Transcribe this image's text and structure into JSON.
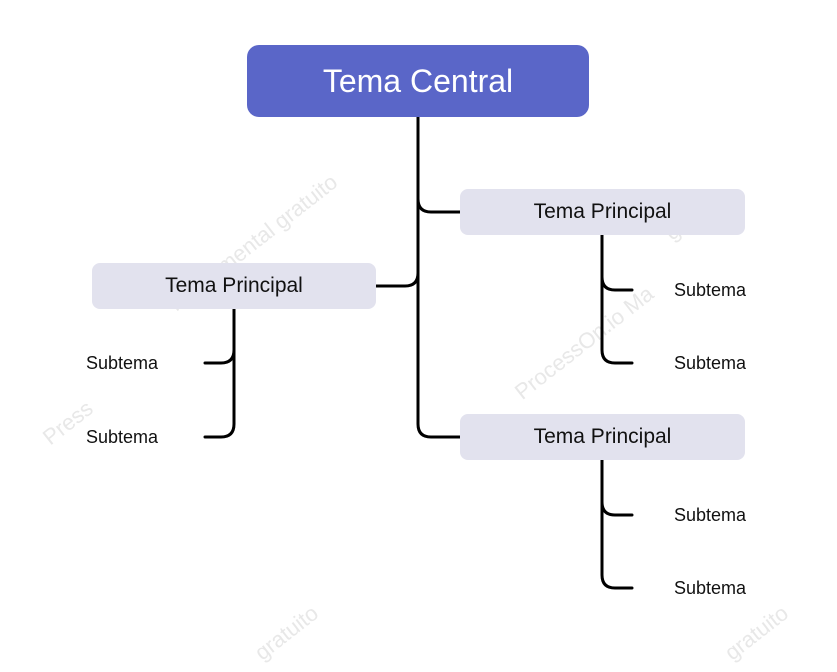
{
  "colors": {
    "central_bg": "#5A66C8",
    "main_bg": "#E2E2EE",
    "line": "#000000"
  },
  "central": {
    "label": "Tema Central"
  },
  "branches": [
    {
      "label": "Tema Principal",
      "subtopics": [
        "Subtema",
        "Subtema"
      ]
    },
    {
      "label": "Tema Principal",
      "subtopics": [
        "Subtema",
        "Subtema"
      ]
    },
    {
      "label": "Tema Principal",
      "subtopics": [
        "Subtema",
        "Subtema"
      ]
    }
  ]
}
